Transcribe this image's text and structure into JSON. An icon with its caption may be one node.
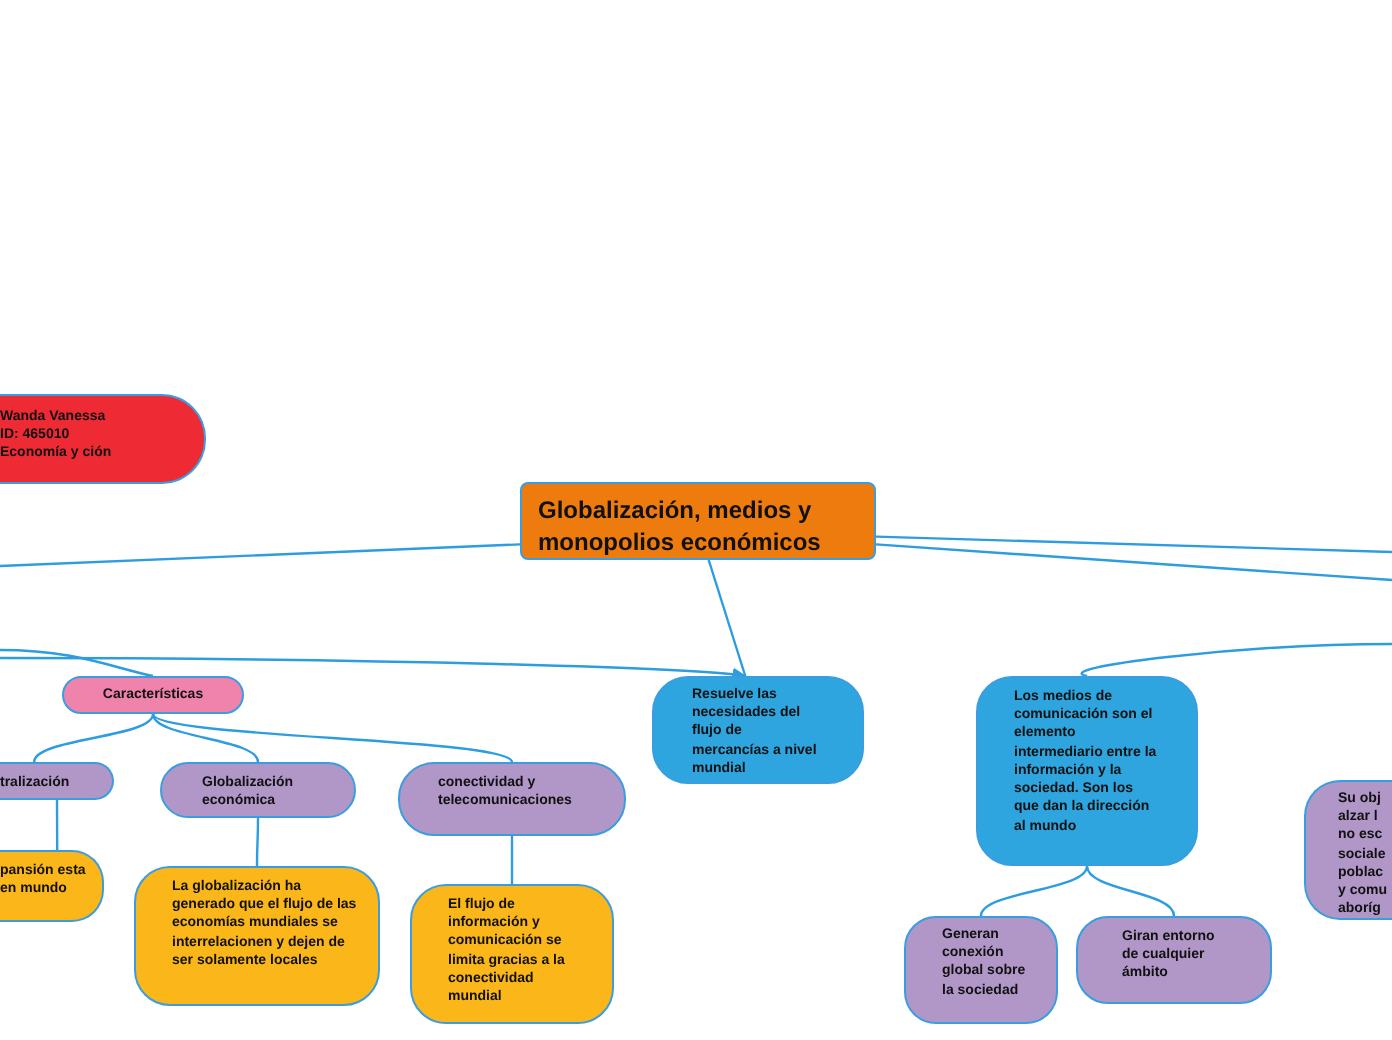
{
  "diagram": {
    "nodes": [
      {
        "text": [
          "Globalización, medios y monopolios económicos"
        ]
      },
      {
        "text": [
          "Wanda Vanessa ID: 465010 Economía y ción"
        ]
      },
      {
        "text": [
          "Características"
        ]
      },
      {
        "text": [
          "tralización"
        ]
      },
      {
        "text": [
          "Globalización económica"
        ]
      },
      {
        "text": [
          "conectividad y telecomunicaciones"
        ]
      },
      {
        "text": [
          "pansión esta en mundo"
        ]
      },
      {
        "text": [
          "La globalización ha generado que el flujo de las economías mundiales se interrelacionen y dejen de ser solamente locales"
        ]
      },
      {
        "text": [
          "El flujo de información y comunicación se limita gracias a la conectividad mundial"
        ]
      },
      {
        "text": [
          "Resuelve las necesidades del flujo de mercancías a nivel mundial"
        ]
      },
      {
        "text": [
          "Los medios de comunicación son el elemento intermediario entre la información y la sociedad. Son los que dan la dirección al mundo"
        ]
      },
      {
        "text": [
          "Generan conexión global sobre la sociedad"
        ]
      },
      {
        "text": [
          "Giran entorno de cualquier ámbito"
        ]
      },
      {
        "text": [
          "Su obj alzar l no esc sociale poblac y comu aboríg"
        ]
      }
    ],
    "edges": [
      {
        "from": null,
        "to": 2,
        "arrow": "none"
      },
      {
        "from": null,
        "to": 9,
        "arrow": "to"
      },
      {
        "from": 0,
        "to": 9,
        "arrow": "none"
      },
      {
        "from": 0,
        "to": null,
        "arrow": "none"
      },
      {
        "from": 0,
        "to": null,
        "arrow": "none"
      },
      {
        "from": 0,
        "to": null,
        "arrow": "none"
      },
      {
        "from": null,
        "to": 10,
        "arrow": "none"
      },
      {
        "from": 2,
        "to": 3,
        "arrow": "none"
      },
      {
        "from": 2,
        "to": 4,
        "arrow": "none"
      },
      {
        "from": 2,
        "to": 5,
        "arrow": "none"
      },
      {
        "from": 3,
        "to": 6,
        "arrow": "none"
      },
      {
        "from": 4,
        "to": 7,
        "arrow": "none"
      },
      {
        "from": 5,
        "to": 8,
        "arrow": "none"
      },
      {
        "from": 10,
        "to": 11,
        "arrow": "none"
      },
      {
        "from": 10,
        "to": 12,
        "arrow": "none"
      }
    ]
  }
}
